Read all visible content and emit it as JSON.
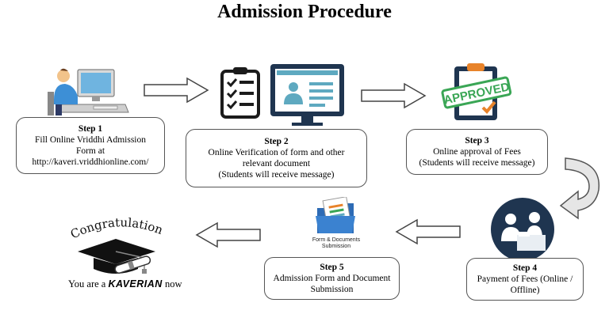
{
  "title": "Admission Procedure",
  "steps": [
    {
      "title": "Step 1",
      "lines": [
        "Fill Online Vriddhi Admission",
        "Form at",
        "http://kaveri.vriddhionline.com/"
      ]
    },
    {
      "title": "Step 2",
      "lines": [
        "Online Verification of form and other",
        "relevant document",
        "(Students will receive message)"
      ]
    },
    {
      "title": "Step 3",
      "lines": [
        "Online approval of Fees",
        "(Students will receive message)"
      ]
    },
    {
      "title": "Step 4",
      "lines": [
        "Payment of Fees (Online /",
        "Offline)"
      ]
    },
    {
      "title": "Step 5",
      "lines": [
        "Admission Form and Document",
        "Submission"
      ]
    }
  ],
  "icons": {
    "approved_stamp": "APPROVED",
    "form_label": [
      "Form & Documents",
      "Submission"
    ],
    "congratulations": "Congratulations"
  },
  "final": {
    "prefix": "You are a ",
    "brand": "KAVERIAN",
    "suffix": " now"
  },
  "colors": {
    "navy": "#1f3550",
    "teal": "#5ea9c0",
    "green": "#3aa655",
    "orange": "#e8832a",
    "arrow_fill": "#ffffff",
    "arrow_stroke": "#444444"
  }
}
